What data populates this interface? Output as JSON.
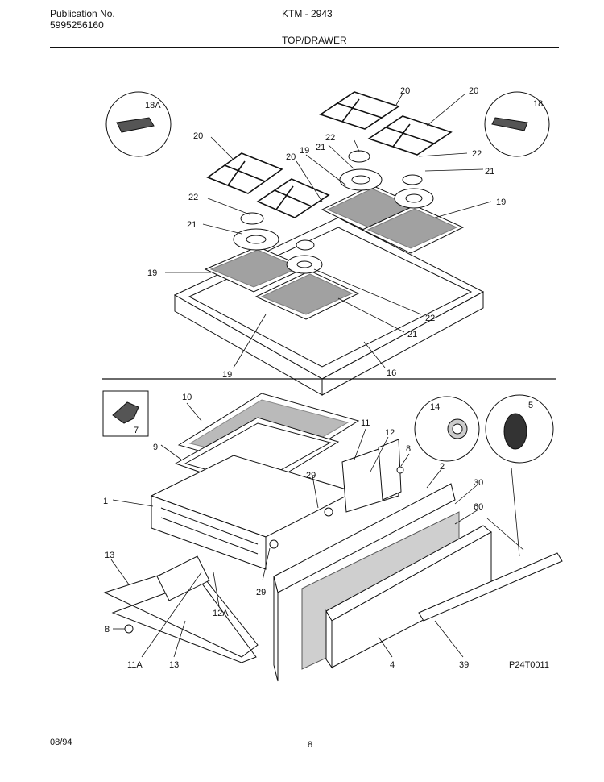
{
  "header": {
    "publication_label": "Publication No.",
    "publication_number": "5995256160",
    "model": "KTM - 2943",
    "section": "TOP/DRAWER"
  },
  "diagram": {
    "callouts_top": [
      {
        "id": "c20a",
        "text": "20"
      },
      {
        "id": "c20b",
        "text": "20"
      },
      {
        "id": "c18a",
        "text": "18A"
      },
      {
        "id": "c18",
        "text": "18"
      },
      {
        "id": "c20c",
        "text": "20"
      },
      {
        "id": "c22a",
        "text": "22"
      },
      {
        "id": "c21a",
        "text": "21"
      },
      {
        "id": "c20d",
        "text": "20"
      },
      {
        "id": "c19a",
        "text": "19"
      },
      {
        "id": "c22b",
        "text": "22"
      },
      {
        "id": "c21b",
        "text": "21"
      },
      {
        "id": "c22c",
        "text": "22"
      },
      {
        "id": "c21c",
        "text": "21"
      },
      {
        "id": "c19b",
        "text": "19"
      },
      {
        "id": "c19c",
        "text": "19"
      },
      {
        "id": "c22d",
        "text": "22"
      },
      {
        "id": "c21d",
        "text": "21"
      },
      {
        "id": "c19d",
        "text": "19"
      },
      {
        "id": "c16",
        "text": "16"
      }
    ],
    "callouts_bottom": [
      {
        "id": "c10",
        "text": "10"
      },
      {
        "id": "c7",
        "text": "7"
      },
      {
        "id": "c14",
        "text": "14"
      },
      {
        "id": "c5",
        "text": "5"
      },
      {
        "id": "c11",
        "text": "11"
      },
      {
        "id": "c12",
        "text": "12"
      },
      {
        "id": "c9",
        "text": "9"
      },
      {
        "id": "c8a",
        "text": "8"
      },
      {
        "id": "c2",
        "text": "2"
      },
      {
        "id": "c30",
        "text": "30"
      },
      {
        "id": "c1",
        "text": "1"
      },
      {
        "id": "c29a",
        "text": "29"
      },
      {
        "id": "c60",
        "text": "60"
      },
      {
        "id": "c13a",
        "text": "13"
      },
      {
        "id": "c29b",
        "text": "29"
      },
      {
        "id": "c12a",
        "text": "12A"
      },
      {
        "id": "c8b",
        "text": "8"
      },
      {
        "id": "c11a",
        "text": "11A"
      },
      {
        "id": "c13b",
        "text": "13"
      },
      {
        "id": "c4",
        "text": "4"
      },
      {
        "id": "c39",
        "text": "39"
      }
    ],
    "figure_code": "P24T0011"
  },
  "footer": {
    "date": "08/94",
    "page": "8"
  }
}
